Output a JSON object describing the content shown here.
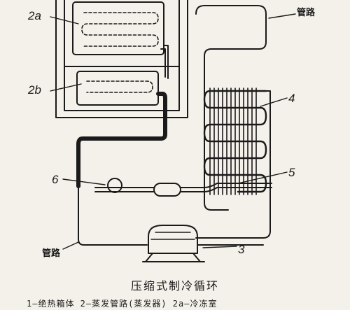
{
  "labels": {
    "l2a": "2a",
    "l2b": "2b",
    "l4": "4",
    "l5": "5",
    "l6": "6",
    "l3": "3",
    "pipe_top": "管路",
    "pipe_bottom": "管路"
  },
  "caption": "压缩式制冷循环",
  "legend": "1—绝热箱体  2—蒸发管路(蒸发器)  2a—冷冻室",
  "colors": {
    "ink": "#1a1a1a",
    "paper": "#f4f1ea"
  }
}
